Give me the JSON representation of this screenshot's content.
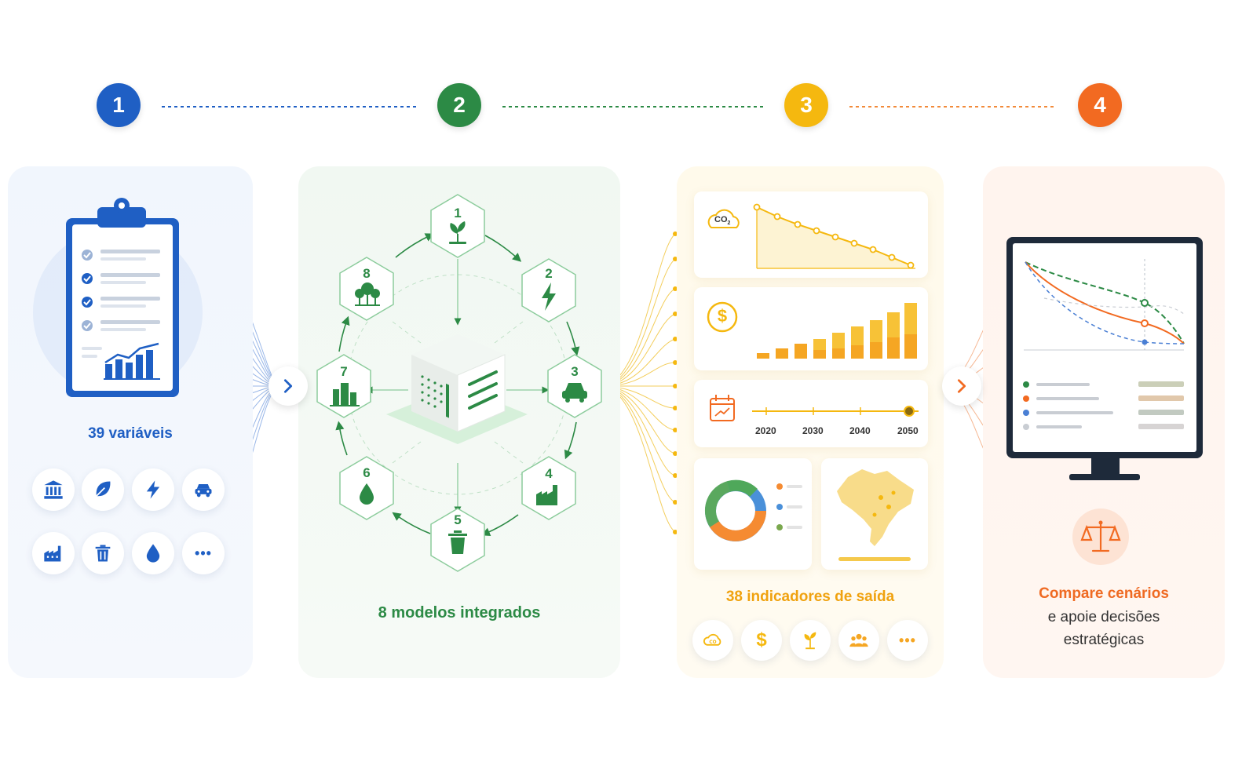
{
  "steps": [
    {
      "number": "1",
      "color": "#1f5fc4"
    },
    {
      "number": "2",
      "color": "#2c8a45"
    },
    {
      "number": "3",
      "color": "#f5b80f"
    },
    {
      "number": "4",
      "color": "#f26a21"
    }
  ],
  "panel1": {
    "label": "39 variáveis",
    "icons": [
      "bank-icon",
      "leaf-icon",
      "lightning-icon",
      "car-icon",
      "factory-icon",
      "trash-icon",
      "water-drop-icon",
      "more-icon"
    ],
    "more_label": "•••"
  },
  "panel2": {
    "label": "8 modelos integrados",
    "models": [
      {
        "number": "1",
        "icon": "plant-icon"
      },
      {
        "number": "2",
        "icon": "lightning-icon"
      },
      {
        "number": "3",
        "icon": "car-icon"
      },
      {
        "number": "4",
        "icon": "factory-icon"
      },
      {
        "number": "5",
        "icon": "trash-icon"
      },
      {
        "number": "6",
        "icon": "water-drop-icon"
      },
      {
        "number": "7",
        "icon": "buildings-icon"
      },
      {
        "number": "8",
        "icon": "trees-icon"
      }
    ]
  },
  "panel3": {
    "label": "38 indicadores de saída",
    "co2_label": "CO",
    "co2_sub": "2",
    "dollar_label": "$",
    "timeline_years": [
      "2020",
      "2030",
      "2040",
      "2050"
    ],
    "icons": [
      "co2-cloud-icon",
      "dollar-icon",
      "plant-icon",
      "people-icon",
      "more-icon"
    ],
    "more_label": "•••"
  },
  "panel4": {
    "title": "Compare cenários",
    "line2": "e apoie decisões",
    "line3": "estratégicas"
  },
  "colors": {
    "blue": "#1f5fc4",
    "green": "#2c8a45",
    "yellow": "#f5b80f",
    "orange": "#f26a21"
  }
}
